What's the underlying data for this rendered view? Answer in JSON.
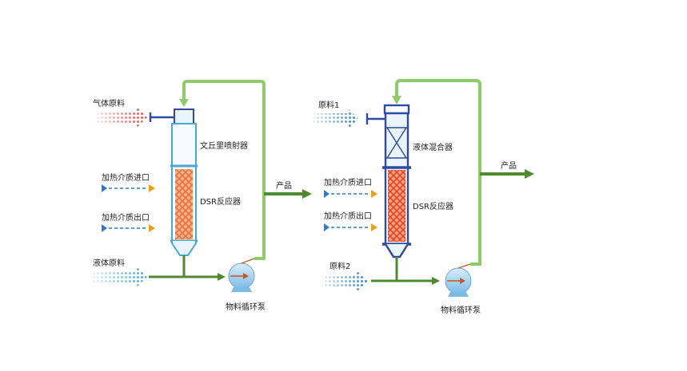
{
  "colors": {
    "pipe_green": "#5d9a3a",
    "pipe_light_green": "#8fcb6a",
    "column_blue": "#2f4aa0",
    "dashed_blue": "#2a7bd0",
    "arrow_orange": "#e9a020",
    "gas_red": "#e84545",
    "liquid_cyan": "#47a7d5",
    "pump_blue": "#8cc4ea",
    "packing_orange": "#e8703a"
  },
  "left": {
    "gas_feed": "气体原料",
    "venturi": "文丘里喷射器",
    "heat_in": "加热介质进口",
    "reactor": "DSR反应器",
    "heat_out": "加热介质出口",
    "liquid_feed": "液体原料",
    "product": "产品",
    "pump": "物料循环泵"
  },
  "right": {
    "feed1": "原料1",
    "mixer": "液体混合器",
    "heat_in": "加热介质进口",
    "reactor": "DSR反应器",
    "heat_out": "加热介质出口",
    "feed2": "原料2",
    "product": "产品",
    "pump": "物料循环泵"
  }
}
